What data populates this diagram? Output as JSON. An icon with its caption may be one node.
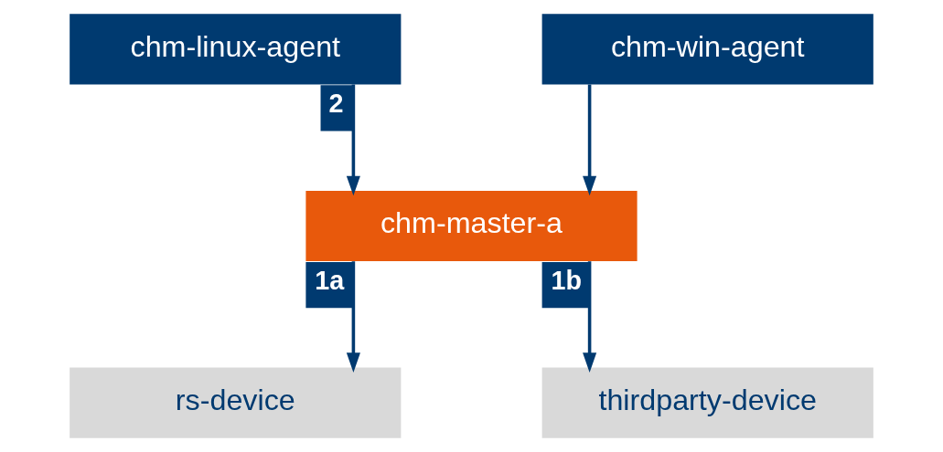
{
  "diagram": {
    "nodes": [
      {
        "text": [
          "chm-master-a"
        ]
      },
      {
        "text": [
          "rs-device"
        ]
      },
      {
        "text": [
          "thirdparty-device"
        ]
      },
      {
        "text": [
          "chm-linux-agent"
        ]
      },
      {
        "text": [
          "chm-win-agent"
        ]
      }
    ],
    "edges": [
      {
        "from": 0,
        "to": 1,
        "arrow": "to",
        "label": "1a"
      },
      {
        "from": 0,
        "to": 2,
        "arrow": "to",
        "label": "1b"
      },
      {
        "from": 3,
        "to": 0,
        "arrow": "to",
        "label": "2"
      },
      {
        "from": 4,
        "to": 0,
        "arrow": "to"
      }
    ]
  }
}
